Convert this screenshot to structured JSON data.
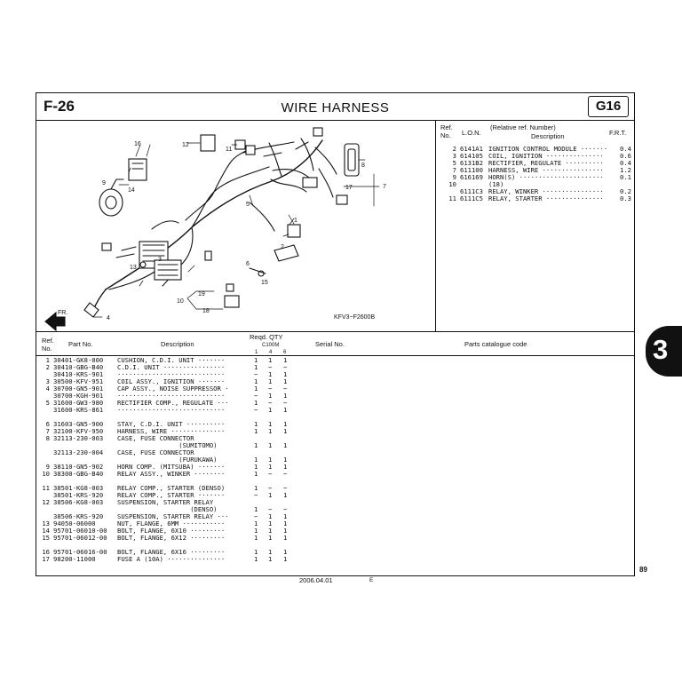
{
  "header": {
    "figure_id": "F-26",
    "title": "WIRE  HARNESS",
    "group_badge": "G16"
  },
  "illustration": {
    "figure_code": "KFV3−F2600B",
    "direction_label": "FR.",
    "callouts": [
      "1",
      "2",
      "3",
      "4",
      "5",
      "6",
      "7",
      "8",
      "9",
      "10",
      "11",
      "12",
      "13",
      "14",
      "15",
      "16",
      "17",
      "18",
      "19"
    ]
  },
  "ref_table": {
    "header_ref": "Ref.\nNo.",
    "header_lon": "L.O.N.",
    "header_desc_top": "(Relative ref. Number)",
    "header_desc": "Description",
    "header_frt": "F.R.T.",
    "rows": [
      {
        "ref": "2",
        "lon": "6141A1",
        "desc": "IGNITION CONTROL MODULE ·······",
        "frt": "0.4"
      },
      {
        "ref": "3",
        "lon": "614105",
        "desc": "COIL, IGNITION ···············",
        "frt": "0.6"
      },
      {
        "ref": "5",
        "lon": "6131B2",
        "desc": "RECTIFIER, REGULATE ··········",
        "frt": "0.4"
      },
      {
        "ref": "7",
        "lon": "611100",
        "desc": "HARNESS, WIRE ················",
        "frt": "1.2"
      },
      {
        "ref": "9",
        "lon": "616169",
        "desc": "HORN(S) ······················",
        "frt": "0.1"
      },
      {
        "ref": "10",
        "lon": "",
        "desc": "(18)",
        "frt": ""
      },
      {
        "ref": "",
        "lon": "6111C3",
        "desc": "RELAY, WINKER ················",
        "frt": "0.2"
      },
      {
        "ref": "11",
        "lon": "6111C5",
        "desc": "RELAY, STARTER ···············",
        "frt": "0.3"
      }
    ]
  },
  "parts_table": {
    "headers": {
      "ref_no": "Ref.\nNo.",
      "part_no": "Part No.",
      "description": "Description",
      "reqd_qty": "Reqd. QTY",
      "model": "C100M",
      "qty_cols": [
        "1",
        "4",
        "6"
      ],
      "serial_no": "Serial No.",
      "catalogue_code": "Parts catalogue code"
    },
    "rows": [
      {
        "ref": "1",
        "part": "30401-GK8-000",
        "desc": "CUSHION, C.D.I. UNIT ·······",
        "q1": "1",
        "q2": "1",
        "q3": "1"
      },
      {
        "ref": "2",
        "part": "30410-GBG-B40",
        "desc": "C.D.I. UNIT ················",
        "q1": "1",
        "q2": "−",
        "q3": "−"
      },
      {
        "ref": "",
        "part": "30410-KRS-901",
        "desc": "····························",
        "q1": "−",
        "q2": "1",
        "q3": "1"
      },
      {
        "ref": "3",
        "part": "30500-KFV-951",
        "desc": "COIL ASSY., IGNITION ·······",
        "q1": "1",
        "q2": "1",
        "q3": "1"
      },
      {
        "ref": "4",
        "part": "30700-GN5-901",
        "desc": "CAP ASSY., NOISE SUPPRESSOR ·",
        "q1": "1",
        "q2": "−",
        "q3": "−"
      },
      {
        "ref": "",
        "part": "30700-KGH-901",
        "desc": "····························",
        "q1": "−",
        "q2": "1",
        "q3": "1"
      },
      {
        "ref": "5",
        "part": "31600-GW3-980",
        "desc": "RECTIFIER COMP., REGULATE ···",
        "q1": "1",
        "q2": "−",
        "q3": "−"
      },
      {
        "ref": "",
        "part": "31600-KRS-861",
        "desc": "····························",
        "q1": "−",
        "q2": "1",
        "q3": "1"
      },
      {
        "ref": "",
        "part": "",
        "desc": "",
        "q1": "",
        "q2": "",
        "q3": ""
      },
      {
        "ref": "6",
        "part": "31603-GN5-900",
        "desc": "STAY, C.D.I. UNIT ··········",
        "q1": "1",
        "q2": "1",
        "q3": "1"
      },
      {
        "ref": "7",
        "part": "32100-KFV-950",
        "desc": "HARNESS, WIRE ··············",
        "q1": "1",
        "q2": "1",
        "q3": "1"
      },
      {
        "ref": "8",
        "part": "32113-230-003",
        "desc": "CASE, FUSE CONNECTOR",
        "q1": "",
        "q2": "",
        "q3": ""
      },
      {
        "ref": "",
        "part": "",
        "desc": "                (SUMITOMO)",
        "q1": "1",
        "q2": "1",
        "q3": "1"
      },
      {
        "ref": "",
        "part": "32113-230-004",
        "desc": "CASE, FUSE CONNECTOR",
        "q1": "",
        "q2": "",
        "q3": ""
      },
      {
        "ref": "",
        "part": "",
        "desc": "                (FURUKAWA)",
        "q1": "1",
        "q2": "1",
        "q3": "1"
      },
      {
        "ref": "9",
        "part": "38110-GN5-902",
        "desc": "HORN COMP. (MITSUBA) ·······",
        "q1": "1",
        "q2": "1",
        "q3": "1"
      },
      {
        "ref": "10",
        "part": "38300-GBG-B40",
        "desc": "RELAY ASSY., WINKER ········",
        "q1": "1",
        "q2": "−",
        "q3": "−"
      },
      {
        "ref": "",
        "part": "",
        "desc": "",
        "q1": "",
        "q2": "",
        "q3": ""
      },
      {
        "ref": "11",
        "part": "38501-KG8-003",
        "desc": "RELAY COMP., STARTER (DENSO)",
        "q1": "1",
        "q2": "−",
        "q3": "−"
      },
      {
        "ref": "",
        "part": "38501-KRS-920",
        "desc": "RELAY COMP., STARTER ·······",
        "q1": "−",
        "q2": "1",
        "q3": "1"
      },
      {
        "ref": "12",
        "part": "38506-KG8-003",
        "desc": "SUSPENSION, STARTER RELAY",
        "q1": "",
        "q2": "",
        "q3": ""
      },
      {
        "ref": "",
        "part": "",
        "desc": "                   (DENSO)",
        "q1": "1",
        "q2": "−",
        "q3": "−"
      },
      {
        "ref": "",
        "part": "38506-KRS-920",
        "desc": "SUSPENSION, STARTER RELAY ···",
        "q1": "−",
        "q2": "1",
        "q3": "1"
      },
      {
        "ref": "13",
        "part": "94050-06000",
        "desc": "NUT, FLANGE, 6MM ···········",
        "q1": "1",
        "q2": "1",
        "q3": "1"
      },
      {
        "ref": "14",
        "part": "95701-06010-00",
        "desc": "BOLT, FLANGE, 6X10 ·········",
        "q1": "1",
        "q2": "1",
        "q3": "1"
      },
      {
        "ref": "15",
        "part": "95701-06012-00",
        "desc": "BOLT, FLANGE, 6X12 ·········",
        "q1": "1",
        "q2": "1",
        "q3": "1"
      },
      {
        "ref": "",
        "part": "",
        "desc": "",
        "q1": "",
        "q2": "",
        "q3": ""
      },
      {
        "ref": "16",
        "part": "95701-06016-00",
        "desc": "BOLT, FLANGE, 6X16 ·········",
        "q1": "1",
        "q2": "1",
        "q3": "1"
      },
      {
        "ref": "17",
        "part": "98200-11000",
        "desc": "FUSE A (10A) ···············",
        "q1": "1",
        "q2": "1",
        "q3": "1"
      }
    ]
  },
  "side_tab": {
    "label": "3"
  },
  "page_number": "89",
  "footer": {
    "date": "2006.04.01",
    "edition": "E"
  }
}
